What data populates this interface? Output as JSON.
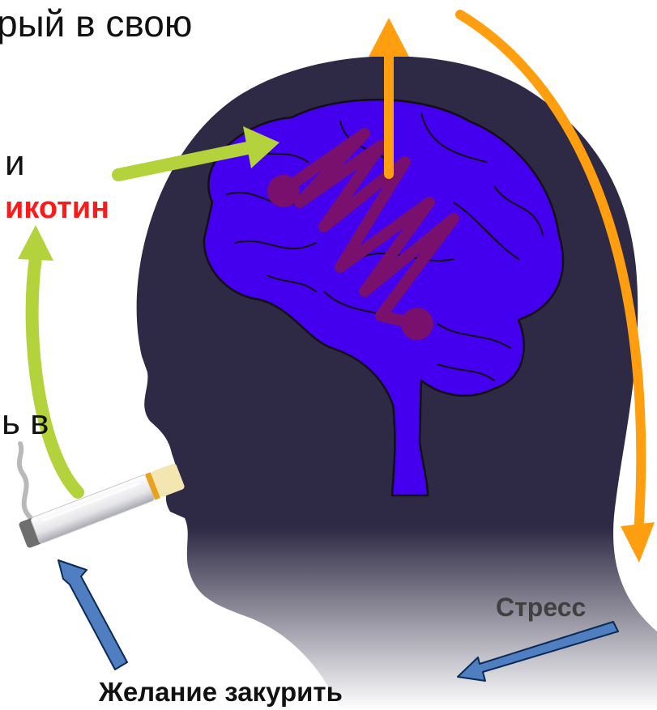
{
  "texts": {
    "top_fragment": "рый в свою",
    "i_fragment": "и",
    "nicotine_fragment": "икотин",
    "v_fragment": "ь в",
    "stress_label": "Стресс",
    "desire_label": "Желание закурить"
  },
  "colors": {
    "head": "#2e2944",
    "brain": "#4400ee",
    "zigzag": "#7a106e",
    "orange_arrow": "#ff9f10",
    "green_arrow": "#b4d23c",
    "blue_arrow": "#4f7fc0",
    "nicotine_text": "#ff1a1a"
  },
  "icons": [
    "cigarette-icon",
    "smoke-icon",
    "brain-icon",
    "head-silhouette"
  ]
}
